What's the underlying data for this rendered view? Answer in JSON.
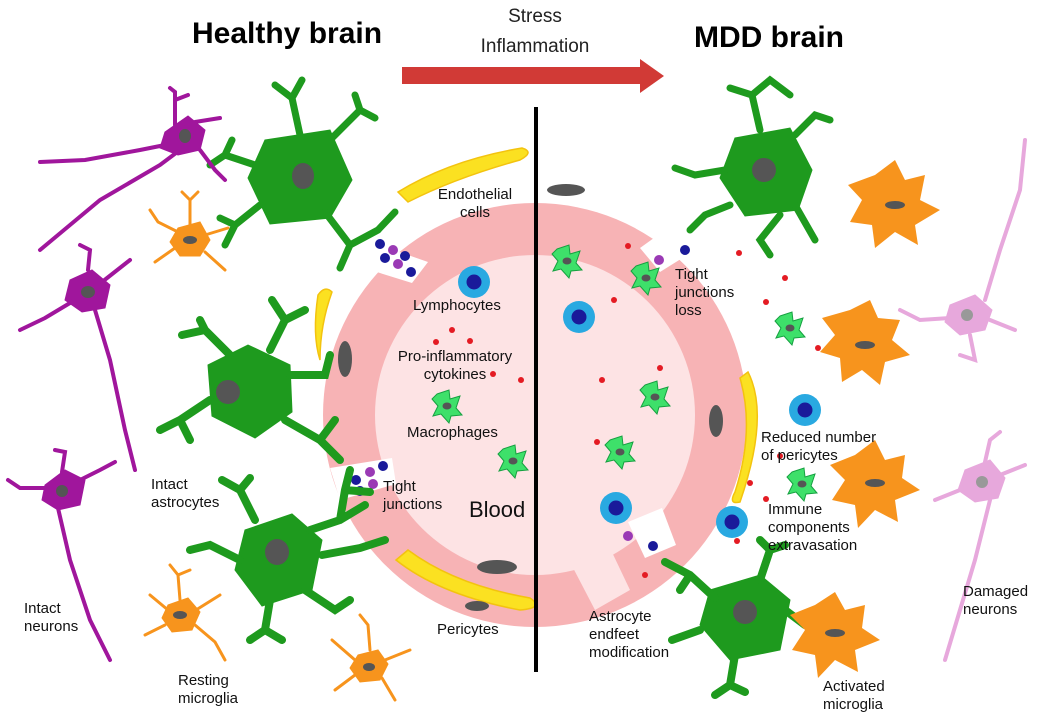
{
  "titles": {
    "healthy": "Healthy brain",
    "mdd": "MDD brain"
  },
  "transition": {
    "line1": "Stress",
    "line2": "Inflammation"
  },
  "labels": {
    "endothelial": "Endothelial\ncells",
    "lymphocytes": "Lymphocytes",
    "cytokines": "Pro-inflammatory\ncytokines",
    "macrophages": "Macrophages",
    "tight_junctions": "Tight\njunctions",
    "blood": "Blood",
    "pericytes": "Pericytes",
    "intact_astrocytes": "Intact\nastrocytes",
    "intact_neurons": "Intact\nneurons",
    "resting_microglia": "Resting\nmicroglia",
    "tj_loss": "Tight\njunctions\nloss",
    "reduced_pericytes": "Reduced number\nof pericytes",
    "immune_extravasation": "Immune\ncomponents\nextravasation",
    "endfeet_mod": "Astrocyte\nendfeet\nmodification",
    "activated_microglia": "Activated\nmicroglia",
    "damaged_neurons": "Damaged\nneurons"
  },
  "colors": {
    "neuron_intact": "#a0169c",
    "neuron_damaged": "#e7a8dc",
    "astrocyte": "#1e9a1e",
    "microglia": "#f7941d",
    "vessel_wall": "#f7b3b5",
    "lumen": "#fde3e4",
    "pericyte": "#fbe121",
    "lymphocyte": "#29a9e1",
    "macrophage": "#3ee06a",
    "cytokine": "#e41b23",
    "arrow": "#d13a36",
    "nucleus": "#555555"
  }
}
